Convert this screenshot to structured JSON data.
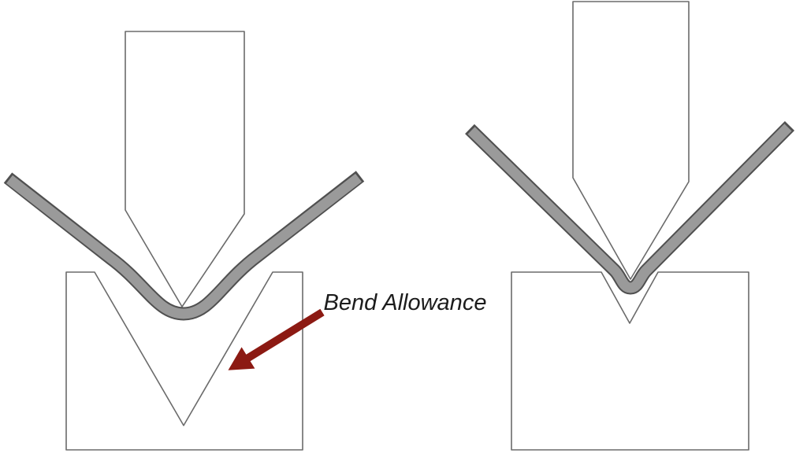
{
  "annotation": {
    "bend_allowance_label": "Bend Allowance",
    "arrow_icon": "arrow-pointing-down-left"
  },
  "figures": {
    "left": {
      "parts": [
        "punch",
        "sheet-metal-wide-bend",
        "v-die-deep-groove"
      ]
    },
    "right": {
      "parts": [
        "punch",
        "sheet-metal-sharp-bend",
        "v-die-shallow-groove"
      ]
    }
  },
  "colors": {
    "background": "#ffffff",
    "sheet_fill": "#9a9a9a",
    "sheet_outline": "#505050",
    "tool_outline": "#6b6b6b",
    "arrow_red": "#8c1a13",
    "label_text": "#1c1c1c"
  }
}
